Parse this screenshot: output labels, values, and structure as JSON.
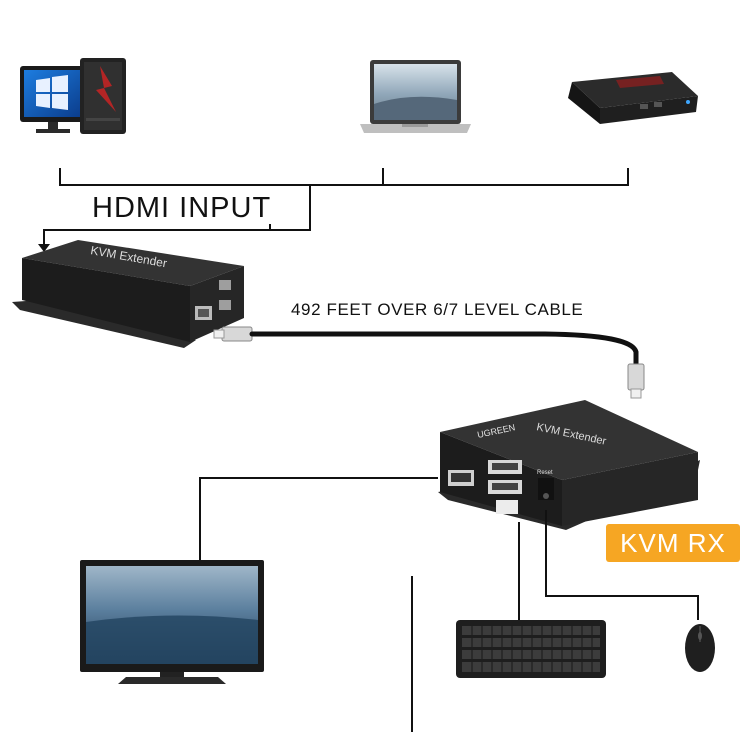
{
  "labels": {
    "hdmi_input": "HDMI INPUT",
    "cable": "492 FEET OVER 6/7 LEVEL CABLE",
    "kvm_rx": "KVM RX"
  },
  "devices": {
    "tx_name": "KVM Extender",
    "rx_name": "KVM Extender",
    "rx_brand": "UGREEN",
    "rx_reset": "Reset"
  },
  "colors": {
    "line": "#111111",
    "device_body": "#1c1c1c",
    "badge": "#f6a623"
  }
}
